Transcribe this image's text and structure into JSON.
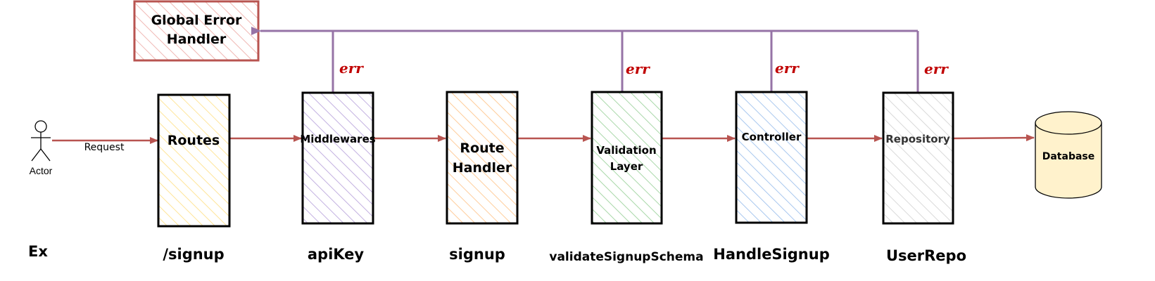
{
  "diagram": {
    "global_error_handler": {
      "label_line1": "Global Error",
      "label_line2": "Handler",
      "color": "#b85450"
    },
    "actor": {
      "label": "Actor"
    },
    "request_label": "Request",
    "database": {
      "label": "Database",
      "fill": "#fff2cc"
    },
    "err_label": "err",
    "components": [
      {
        "id": "routes",
        "label": "Routes",
        "example": "/signup",
        "color": "#ffe599"
      },
      {
        "id": "middlewares",
        "label": "Middlewares",
        "example": "apiKey",
        "color": "#c3b1e1"
      },
      {
        "id": "route-handler",
        "label_line1": "Route",
        "label_line2": "Handler",
        "example": "signup",
        "color": "#ffcc99"
      },
      {
        "id": "validation-layer",
        "label_line1": "Validation",
        "label_line2": "Layer",
        "example": "validateSignupSchema",
        "color": "#a9d8a9"
      },
      {
        "id": "controller",
        "label": "Controller",
        "example": "HandleSignup",
        "color": "#a9c8ef"
      },
      {
        "id": "repository",
        "label": "Repository",
        "example": "UserRepo",
        "color": "#d9d9d9"
      }
    ],
    "example_prefix": "Ex",
    "colors": {
      "flow_arrow": "#b85450",
      "error_arrow": "#9673a6",
      "err_text": "#c00000"
    }
  }
}
